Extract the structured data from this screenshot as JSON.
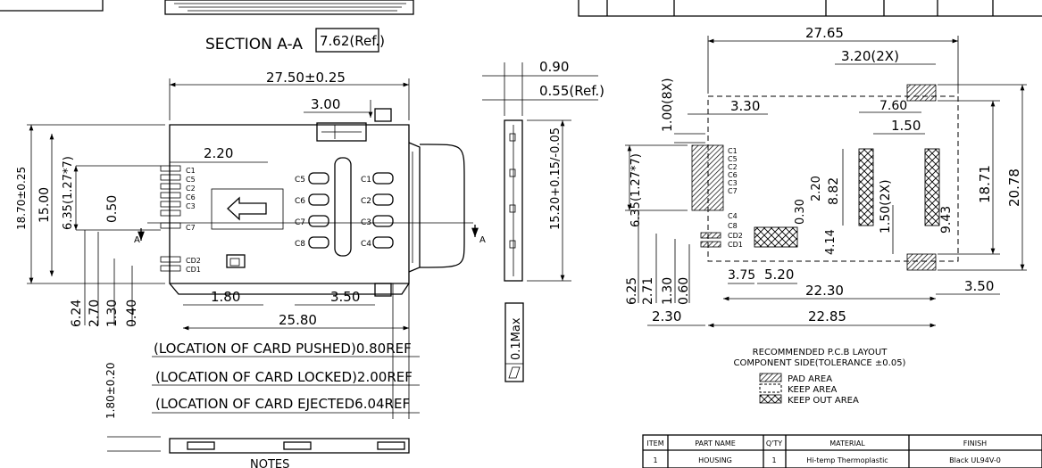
{
  "section": {
    "title": "SECTION A-A",
    "ref": "7.62(Ref.)"
  },
  "front": {
    "w_total": "27.50±0.25",
    "d300": "3.00",
    "d220": "2.20",
    "h_total": "18.70±0.25",
    "h1500": "15.00",
    "pitch": "6.35(1.27*7)",
    "d050": "0.50",
    "d180": "1.80",
    "d350": "3.50",
    "d2580": "25.80",
    "d624": "6.24",
    "d270": "2.70",
    "d130": "1.30",
    "d040": "0.40",
    "pushed": "(LOCATION OF CARD PUSHED)0.80REF",
    "locked": "(LOCATION OF CARD LOCKED)2.00REF",
    "ejected": "(LOCATION OF CARD EJECTED6.04REF",
    "thick": "1.80±0.20",
    "pins_left": [
      "C1",
      "C5",
      "C2",
      "C6",
      "C3",
      "C7"
    ],
    "pins_cd": [
      "CD2",
      "CD1"
    ],
    "contacts_left": [
      "C5",
      "C6",
      "C7",
      "C8"
    ],
    "contacts_right": [
      "C1",
      "C2",
      "C3",
      "C4"
    ],
    "section_mark": "A",
    "notes": "NOTES"
  },
  "side": {
    "d090": "0.90",
    "d055": "0.55(Ref.)",
    "h1520": "15.20+0.15/-0.05",
    "flat": "0.1Max"
  },
  "pcb": {
    "w2765": "27.65",
    "d320": "3.20(2X)",
    "d100": "1.00(8X)",
    "d330": "3.30",
    "d760": "7.60",
    "d150": "1.50",
    "d1871": "18.71",
    "d2078": "20.78",
    "d635": "6.35(1.27*7)",
    "d882": "8.82",
    "d220": "2.20",
    "d030": "0.30",
    "d150x": "1.50(2X)",
    "d943": "9.43",
    "d414": "4.14",
    "d375": "3.75",
    "d520": "5.20",
    "d2230": "22.30",
    "d350": "3.50",
    "d625": "6.25",
    "d271": "2.71",
    "d130": "1.30",
    "d060": "0.60",
    "d230": "2.30",
    "d2285": "22.85",
    "pins": [
      "C1",
      "C5",
      "C2",
      "C6",
      "C3",
      "C7",
      "C4",
      "C8",
      "CD2",
      "CD1"
    ],
    "caption1": "RECOMMENDED P.C.B LAYOUT",
    "caption2": "COMPONENT SIDE(TOLERANCE ±0.05)",
    "legend": [
      "PAD AREA",
      "KEEP AREA",
      "KEEP OUT AREA"
    ]
  },
  "bom": {
    "headers": [
      "ITEM",
      "PART NAME",
      "Q'TY",
      "MATERIAL",
      "FINISH"
    ],
    "rows": [
      [
        "1",
        "HOUSING",
        "1",
        "Hi-temp Thermoplastic",
        "Black UL94V-0"
      ]
    ]
  }
}
